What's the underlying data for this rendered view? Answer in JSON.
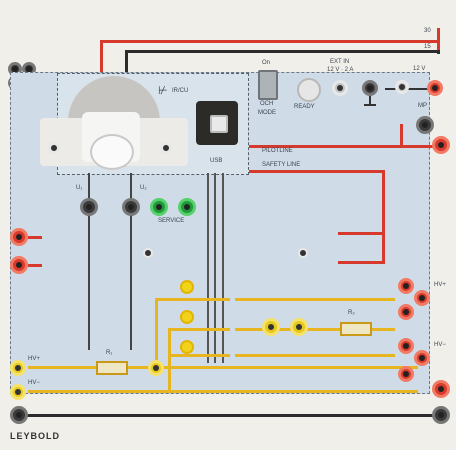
{
  "brand": "LEYBOLD",
  "labels": {
    "v30": "30",
    "v15": "15",
    "mp_left": "MP",
    "mp_right": "MP",
    "on": "On",
    "och": "OCH",
    "mode": "MODE",
    "ext_in": "EXT IN",
    "ext_in_spec": "12 V · 2 A",
    "ready": "READY",
    "v12": "12 V",
    "module": "IR/CU",
    "usb": "USB",
    "pilot_line": "PILOTLINE",
    "safety_line": "SAFETY LINE",
    "service": "SERVICE",
    "hv_minus_top": "HV+",
    "hv_minus_bottom": "HV−",
    "hv_plus_right": "HV+",
    "hv_minus_right": "HV−",
    "r1": "R₁",
    "r2": "R₂",
    "u1": "U₁",
    "u2": "U₂"
  },
  "colors": {
    "red_wire": "#d63a2c",
    "yellow_wire": "#e7b520",
    "black_wire": "#2b2b2b"
  }
}
